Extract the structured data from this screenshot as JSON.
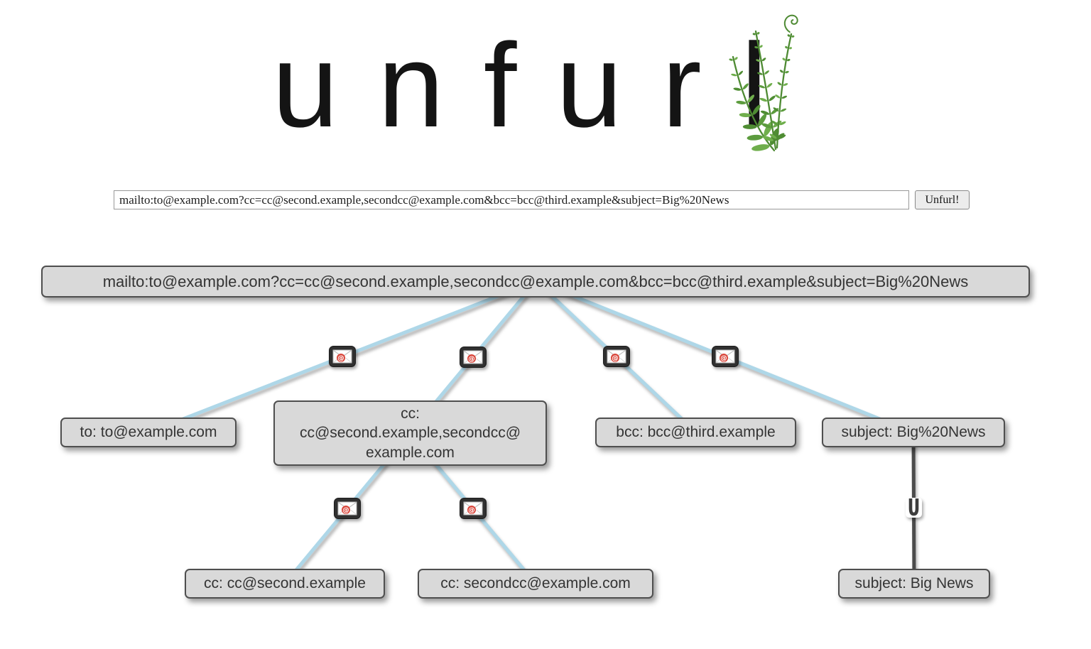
{
  "app": {
    "name": "unfurl",
    "logo_text": "unfurl"
  },
  "toolbar": {
    "url_input_value": "mailto:to@example.com?cc=cc@second.example,secondcc@example.com&bcc=bcc@third.example&subject=Big%20News",
    "unfurl_button_label": "Unfurl!"
  },
  "icons": {
    "edge_parser_icon": "envelope-at-icon",
    "at_symbol": "@",
    "unfurl_edge_icon": "u-glyph-icon",
    "logo_decoration": "fern-icon"
  },
  "colors": {
    "edge_mailto": "#aed7e8",
    "edge_unfurl": "#4b4b4b",
    "node_background": "#d9d9d9",
    "node_border": "#4f4f4f",
    "envelope_accent": "#d9453a",
    "fern_green": "#5f9c41"
  },
  "graph": {
    "nodes": {
      "url": {
        "label": "mailto:to@example.com?cc=cc@second.example,secondcc@example.com&bcc=bcc@third.example&subject=Big%20News"
      },
      "to": {
        "label": "to: to@example.com"
      },
      "cc": {
        "label": "cc:\ncc@second.example,secondcc@\nexample.com"
      },
      "bcc": {
        "label": "bcc: bcc@third.example"
      },
      "subject": {
        "label": "subject: Big%20News"
      },
      "cc_first": {
        "label": "cc: cc@second.example"
      },
      "cc_second": {
        "label": "cc: secondcc@example.com"
      },
      "subject_decoded": {
        "label": "subject: Big News"
      }
    },
    "edges": [
      {
        "from": "url",
        "to": "to",
        "icon": "envelope-at-icon"
      },
      {
        "from": "url",
        "to": "cc",
        "icon": "envelope-at-icon"
      },
      {
        "from": "url",
        "to": "bcc",
        "icon": "envelope-at-icon"
      },
      {
        "from": "url",
        "to": "subject",
        "icon": "envelope-at-icon"
      },
      {
        "from": "cc",
        "to": "cc_first",
        "icon": "envelope-at-icon"
      },
      {
        "from": "cc",
        "to": "cc_second",
        "icon": "envelope-at-icon"
      },
      {
        "from": "subject",
        "to": "subject_decoded",
        "icon": "u-glyph-icon"
      }
    ]
  }
}
